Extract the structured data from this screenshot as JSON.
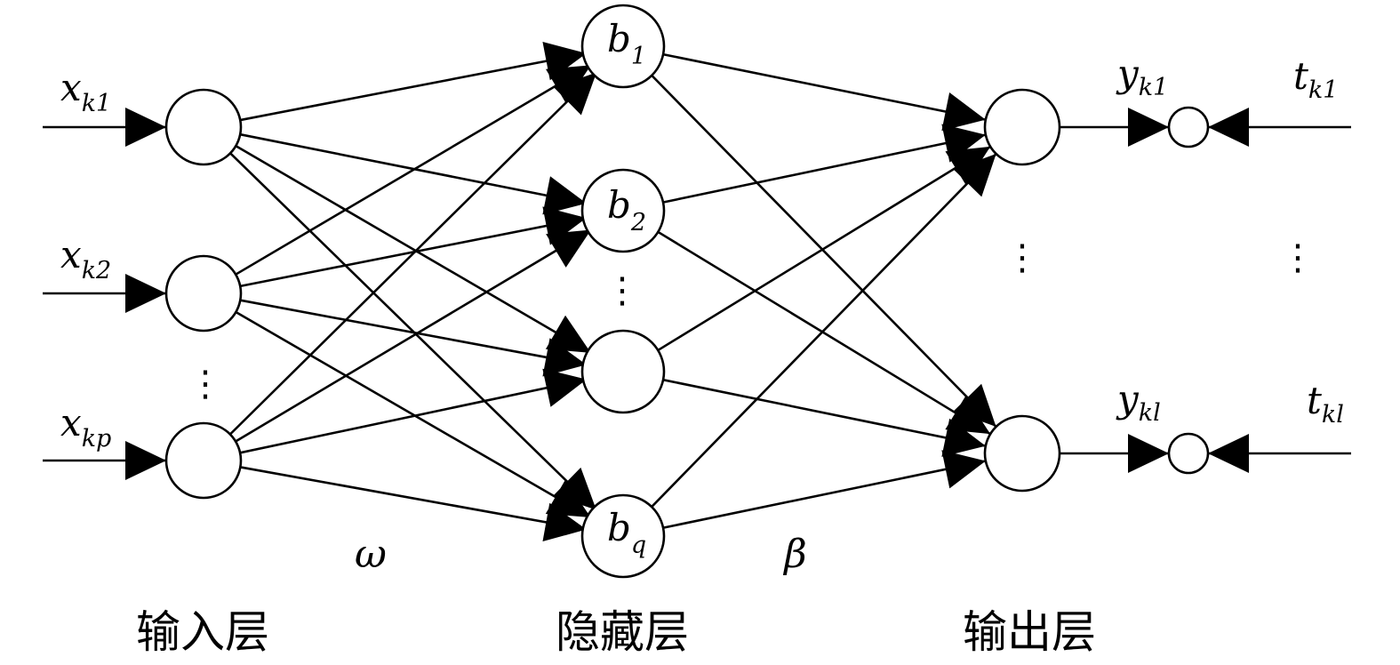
{
  "input_labels": [
    {
      "base": "x",
      "sub": "k1"
    },
    {
      "base": "x",
      "sub": "k2"
    },
    {
      "base": "x",
      "sub": "kp"
    }
  ],
  "hidden_labels": [
    {
      "base": "b",
      "sub": "1"
    },
    {
      "base": "b",
      "sub": "2"
    },
    {
      "base": "",
      "sub": ""
    },
    {
      "base": "b",
      "sub": "q"
    }
  ],
  "output_labels": [
    {
      "base": "y",
      "sub": "k1"
    },
    {
      "base": "y",
      "sub": "kl"
    }
  ],
  "target_labels": [
    {
      "base": "t",
      "sub": "k1"
    },
    {
      "base": "t",
      "sub": "kl"
    }
  ],
  "weights": {
    "input_hidden": "ω",
    "hidden_output": "β"
  },
  "layers": {
    "input": "输入层",
    "hidden": "隐藏层",
    "output": "输出层"
  },
  "ellipsis": "⋮"
}
